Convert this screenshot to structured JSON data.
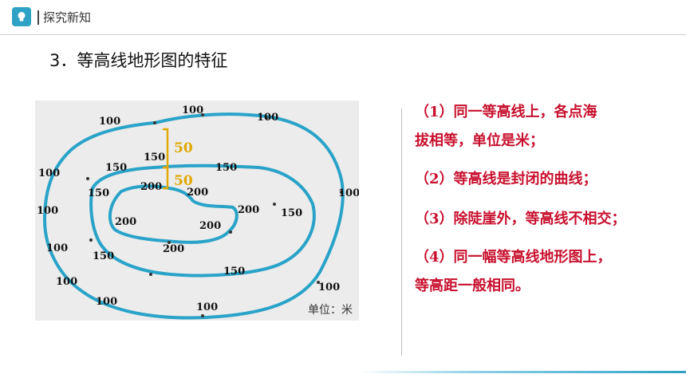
{
  "header": {
    "title": "探究新知",
    "icon": "lightbulb-icon",
    "accent_color": "#2ea2c4"
  },
  "section_title": "3．等高线地形图的特征",
  "map": {
    "unit_label": "单位：米",
    "line_color": "#29a3c8",
    "interval_color": "#e0a800",
    "interval_labels": [
      "50",
      "50"
    ],
    "contour_labels": [
      "100",
      "100",
      "100",
      "100",
      "100",
      "100",
      "100",
      "100",
      "100",
      "100",
      "100",
      "150",
      "150",
      "150",
      "150",
      "150",
      "150",
      "150",
      "200",
      "200",
      "200",
      "200",
      "200",
      "200"
    ]
  },
  "features": {
    "color": "#c8102e",
    "lines": [
      "（1）同一等高线上，各点海",
      "拔相等，单位是米；",
      "（2）等高线是封闭的曲线；",
      "（3）除陡崖外，等高线不相交；",
      "（4）同一幅等高线地形图上，",
      "等高距一般相同。"
    ]
  }
}
